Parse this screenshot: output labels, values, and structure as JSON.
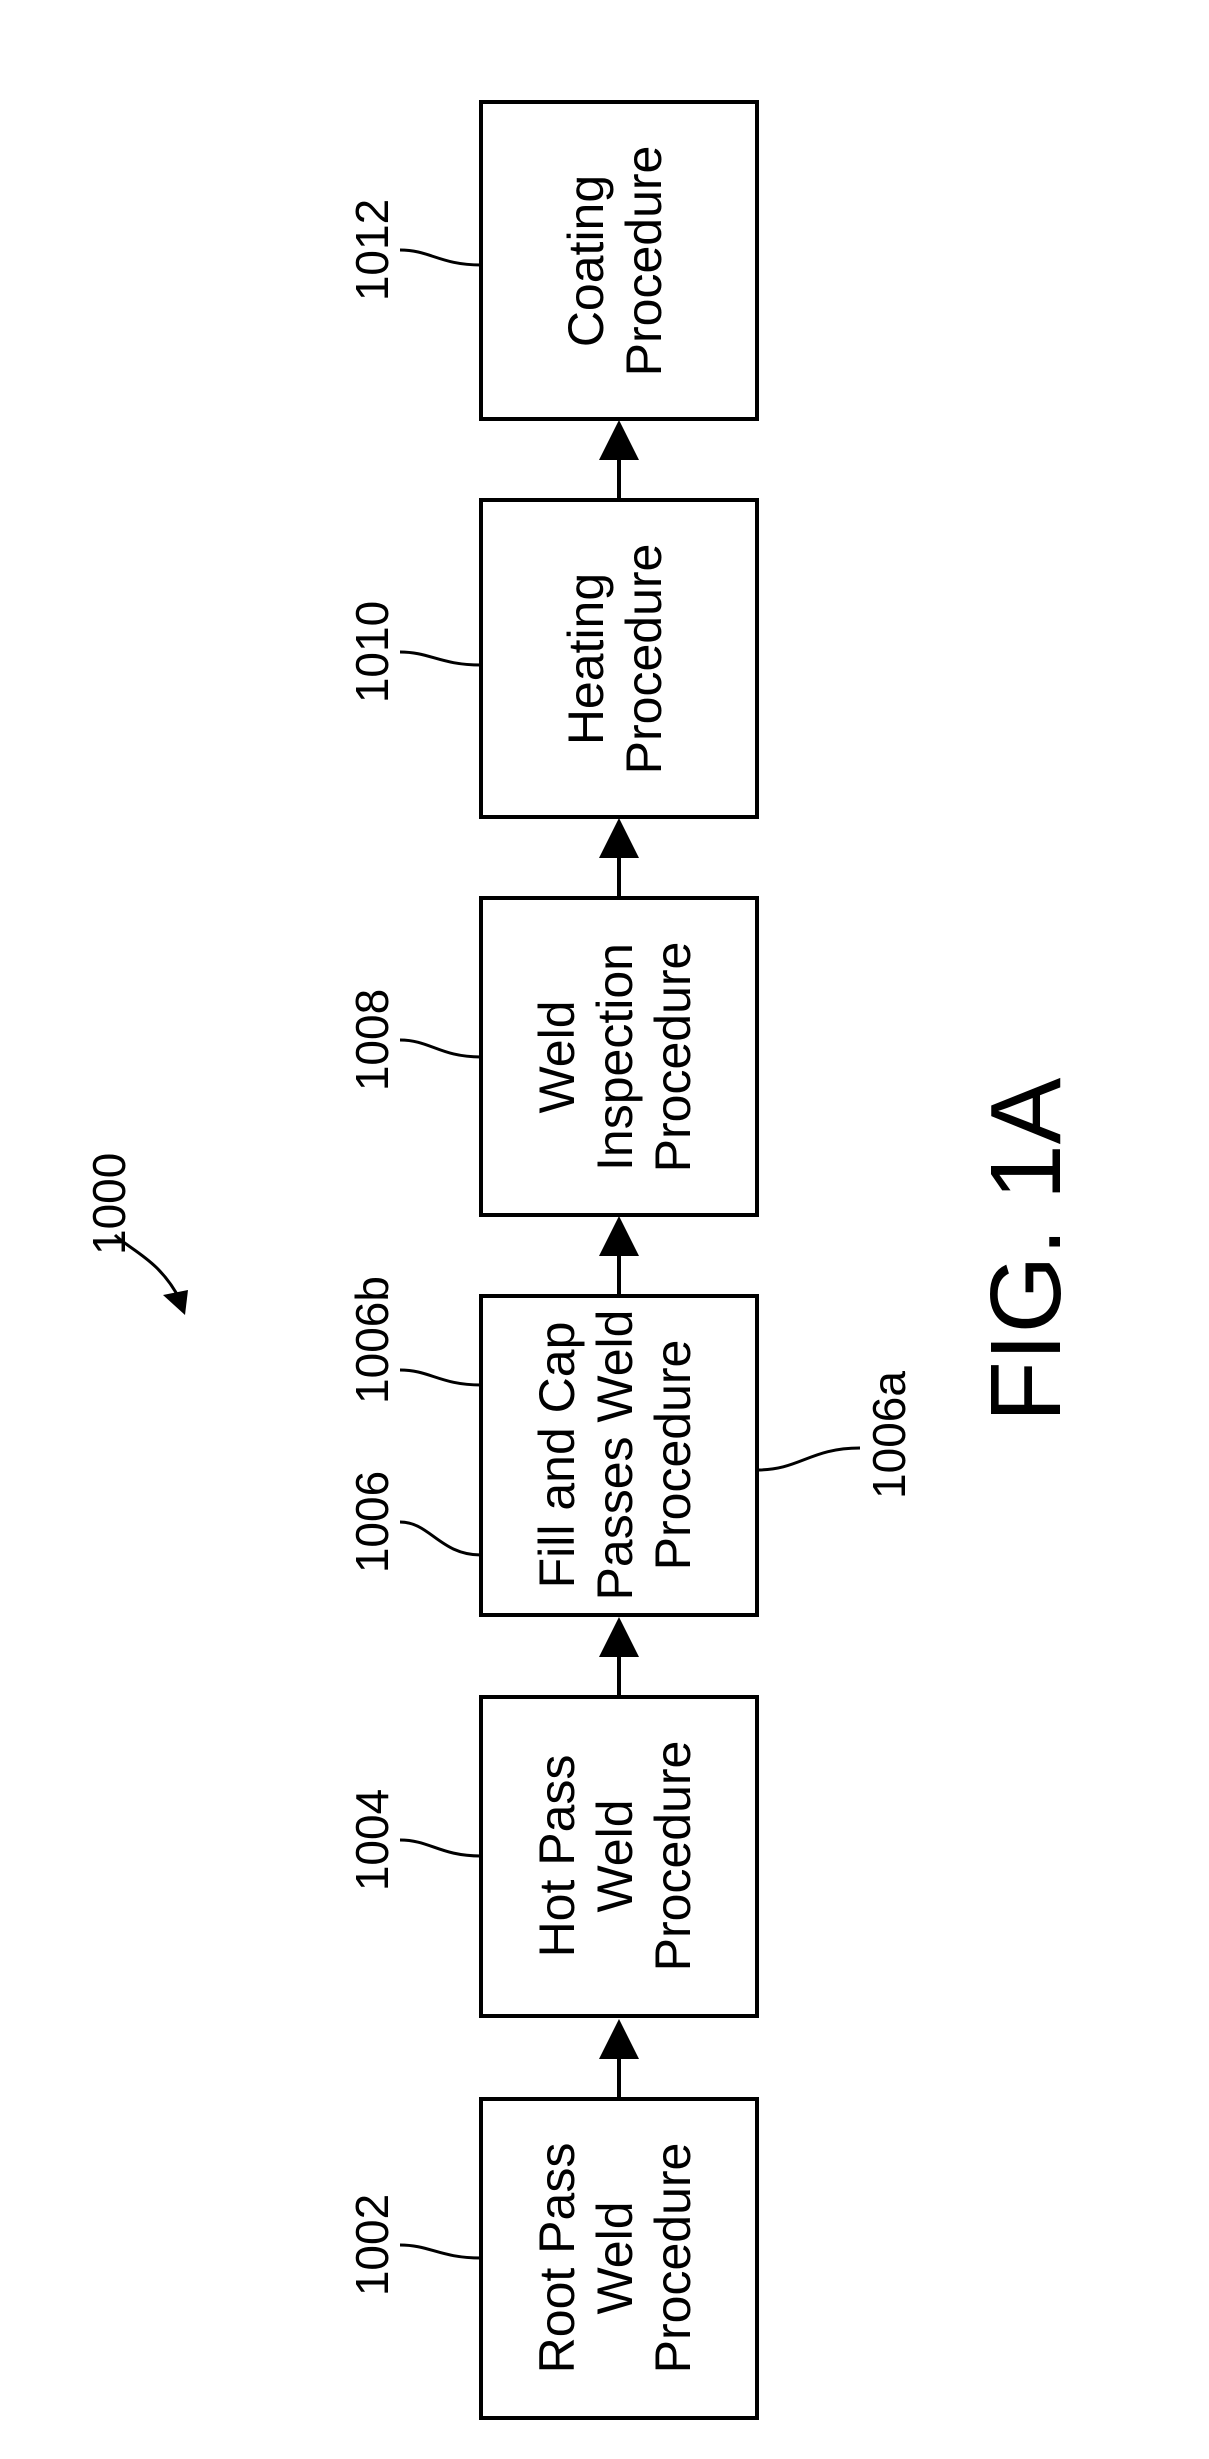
{
  "diagram_ref": "1000",
  "figure_label": "FIG. 1A",
  "blocks": [
    {
      "ref": "1002",
      "lines": [
        "Root Pass",
        "Weld",
        "Procedure"
      ]
    },
    {
      "ref": "1004",
      "lines": [
        "Hot Pass",
        "Weld",
        "Procedure"
      ]
    },
    {
      "ref": "1006",
      "ref_b": "1006b",
      "ref_a": "1006a",
      "lines": [
        "Fill and Cap",
        "Passes Weld",
        "Procedure"
      ]
    },
    {
      "ref": "1008",
      "lines": [
        "Weld",
        "Inspection",
        "Procedure"
      ]
    },
    {
      "ref": "1010",
      "lines": [
        "Heating",
        "Procedure"
      ]
    },
    {
      "ref": "1012",
      "lines": [
        "Coating",
        "Procedure"
      ]
    }
  ]
}
